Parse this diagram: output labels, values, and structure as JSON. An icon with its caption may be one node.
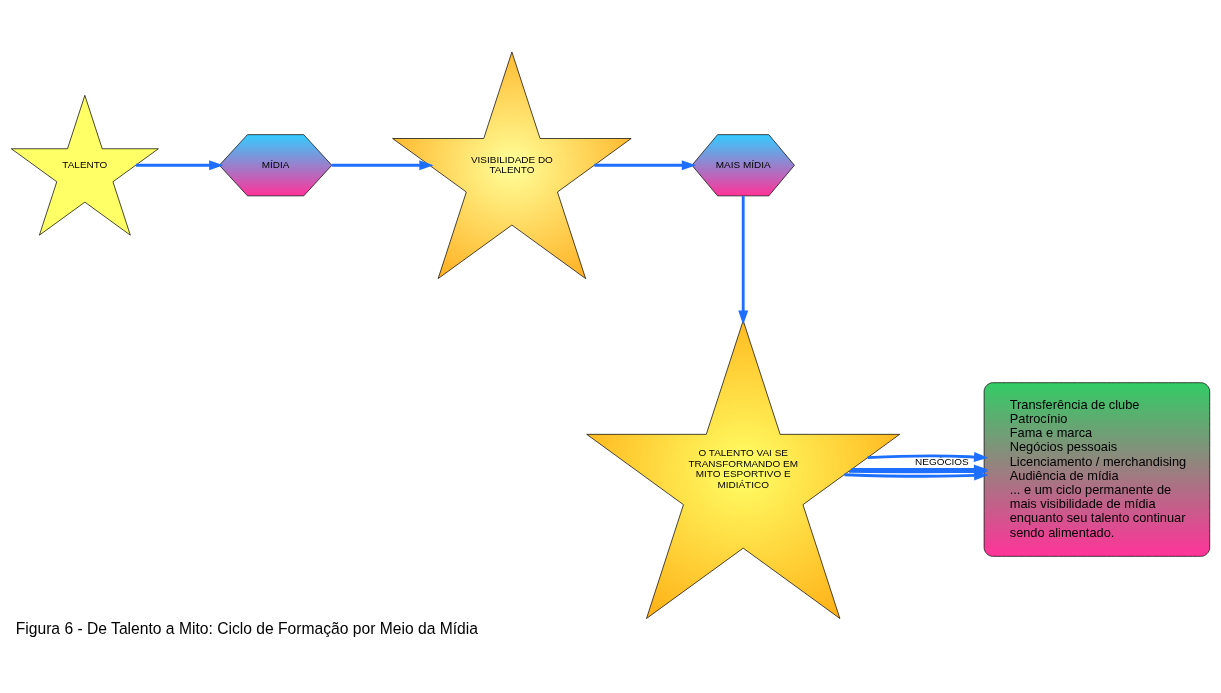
{
  "diagram": {
    "caption": "Figura 6 - De Talento a Mito: Ciclo de Formação por Meio da Mídia",
    "nodes": [
      {
        "text": [
          "TALENTO"
        ]
      },
      {
        "text": [
          "MÍDIA"
        ]
      },
      {
        "text": [
          "VISIBILIDADE DO TALENTO"
        ]
      },
      {
        "text": [
          "MAIS MÍDIA"
        ]
      },
      {
        "text": [
          "O TALENTO VAI SE TRANSFORMANDO EM MITO ESPORTIVO E MIDIÁTICO"
        ]
      },
      {
        "text": [
          "Transferência de clube",
          "Patrocínio",
          "Fama e marca",
          "Negócios pessoais",
          "Licenciamento / merchandising",
          "Audiência de mídia",
          "... e um ciclo permanente de mais visibilidade de mídia enquanto seu talento continuar sendo alimentado."
        ]
      }
    ],
    "edges": [
      {
        "from": 0,
        "to": 1,
        "arrow": "to"
      },
      {
        "from": 1,
        "to": 2,
        "arrow": "to"
      },
      {
        "from": 2,
        "to": 3,
        "arrow": "to"
      },
      {
        "from": 3,
        "to": 4,
        "arrow": "to"
      },
      {
        "from": 4,
        "to": 5,
        "arrow": "to",
        "label": "NEGÓCIOS"
      },
      {
        "from": 4,
        "to": 5,
        "arrow": "to"
      },
      {
        "from": 4,
        "to": 5,
        "arrow": "to"
      },
      {
        "from": 4,
        "to": 5,
        "arrow": "to"
      }
    ]
  }
}
